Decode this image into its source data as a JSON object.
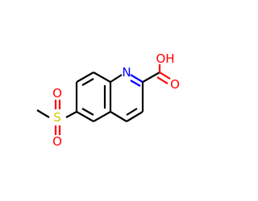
{
  "molecule": {
    "atoms": {
      "nitrogen": {
        "symbol": "N",
        "color": "#0000ff"
      },
      "hydroxyl": {
        "symbol": "OH",
        "color": "#ff0000"
      },
      "carbonyl_oxygen": {
        "symbol": "O",
        "color": "#ff0000"
      },
      "sulfur": {
        "symbol": "S",
        "color": "#cccc00"
      },
      "sulfonyl_oxygen_top": {
        "symbol": "O",
        "color": "#ff0000"
      },
      "sulfonyl_oxygen_bottom": {
        "symbol": "O",
        "color": "#ff0000"
      }
    }
  }
}
